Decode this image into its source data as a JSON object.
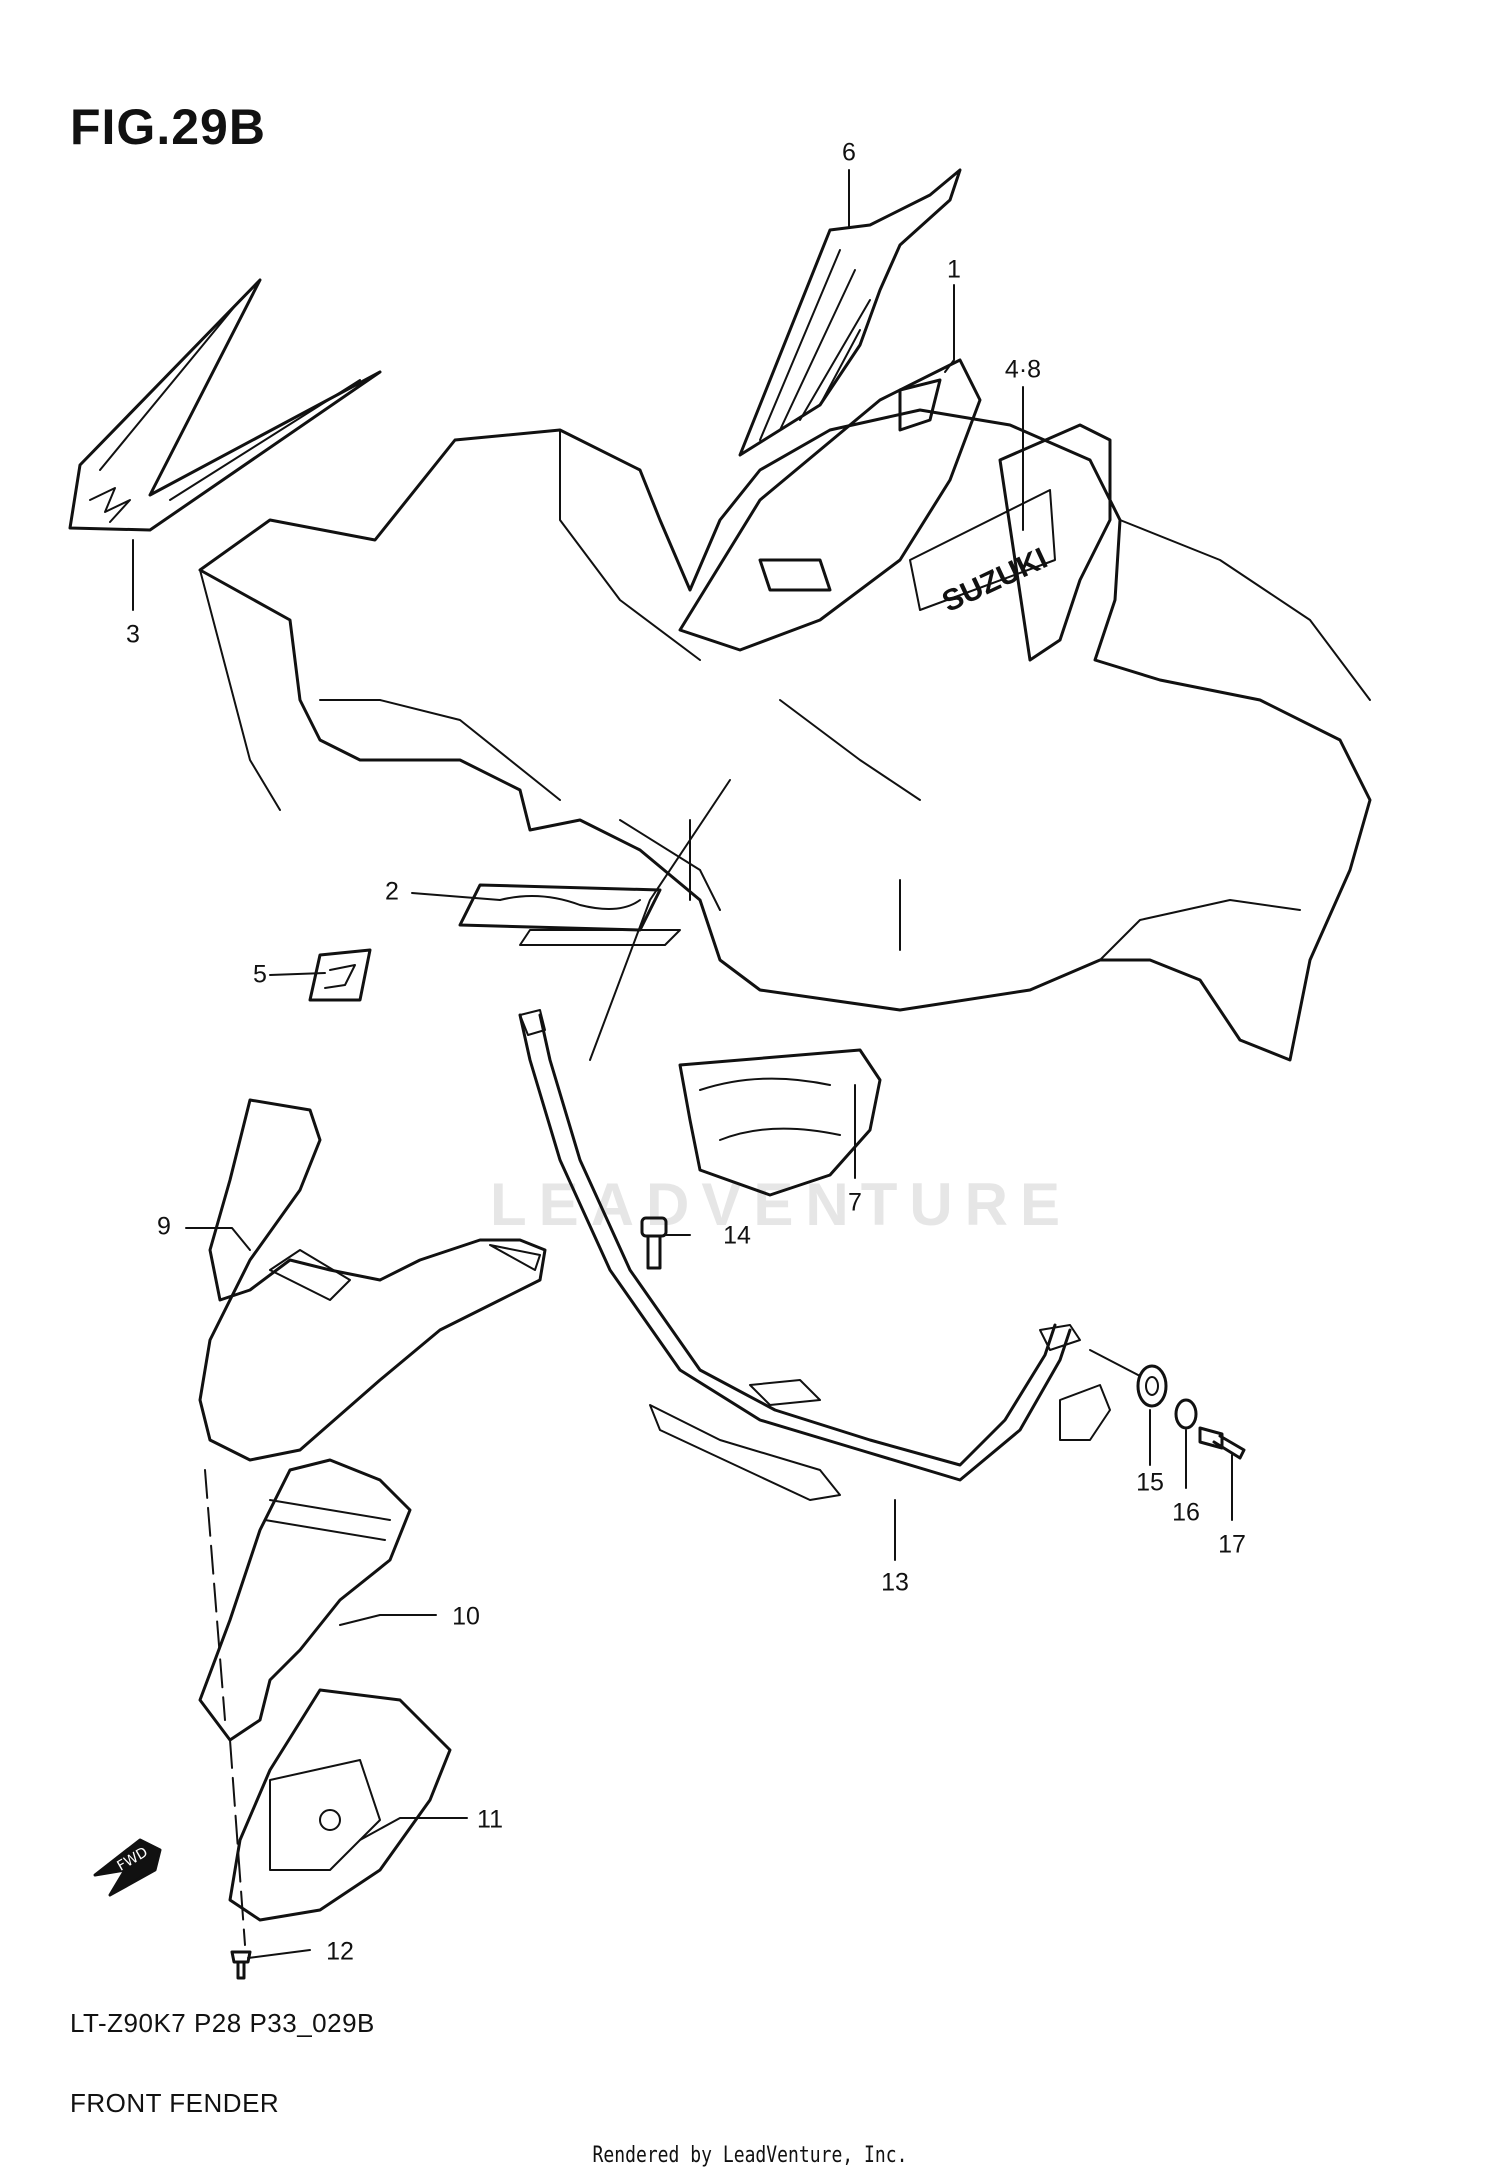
{
  "figure": {
    "title": "FIG.29B",
    "model_code": "LT-Z90K7 P28 P33_029B",
    "section_name": "FRONT FENDER",
    "rendered_by": "Rendered by LeadVenture, Inc.",
    "watermark": "LEADVENTURE",
    "decal_texts": {
      "brand": "SUZUKI",
      "fwd": "FWD"
    }
  },
  "callouts": [
    "1",
    "2",
    "3",
    "4·8",
    "5",
    "6",
    "7",
    "9",
    "10",
    "11",
    "12",
    "13",
    "14",
    "15",
    "16",
    "17"
  ]
}
